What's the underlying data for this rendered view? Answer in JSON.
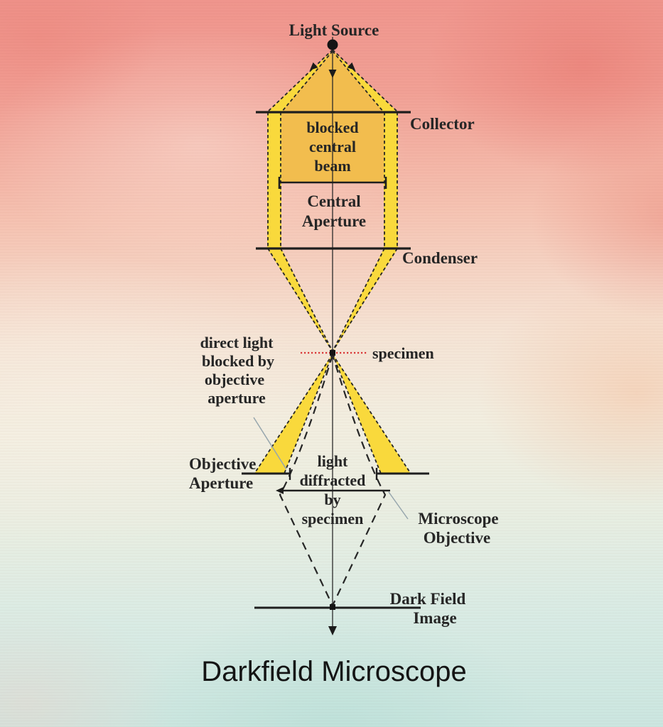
{
  "title": "Darkfield Microscope",
  "colors": {
    "beam_yellow": "#f9d93c",
    "beam_orange": "#f2bd4e",
    "diffracted_blue": "#cddce7",
    "specimen_red": "#d93636"
  },
  "labels": {
    "light_source": "Light Source",
    "collector": "Collector",
    "blocked_beam": [
      "blocked",
      "central",
      "beam"
    ],
    "central_aperture": [
      "Central",
      "Aperture"
    ],
    "condenser": "Condenser",
    "direct_light": [
      "direct light",
      "blocked by",
      "objective",
      "aperture"
    ],
    "specimen": "specimen",
    "objective_aperture": [
      "Objective",
      "Aperture"
    ],
    "diffracted_light": [
      "light",
      "diffracted",
      "by",
      "specimen"
    ],
    "microscope_objective": [
      "Microscope",
      "Objective"
    ],
    "dark_field_image": [
      "Dark Field",
      "Image"
    ]
  }
}
